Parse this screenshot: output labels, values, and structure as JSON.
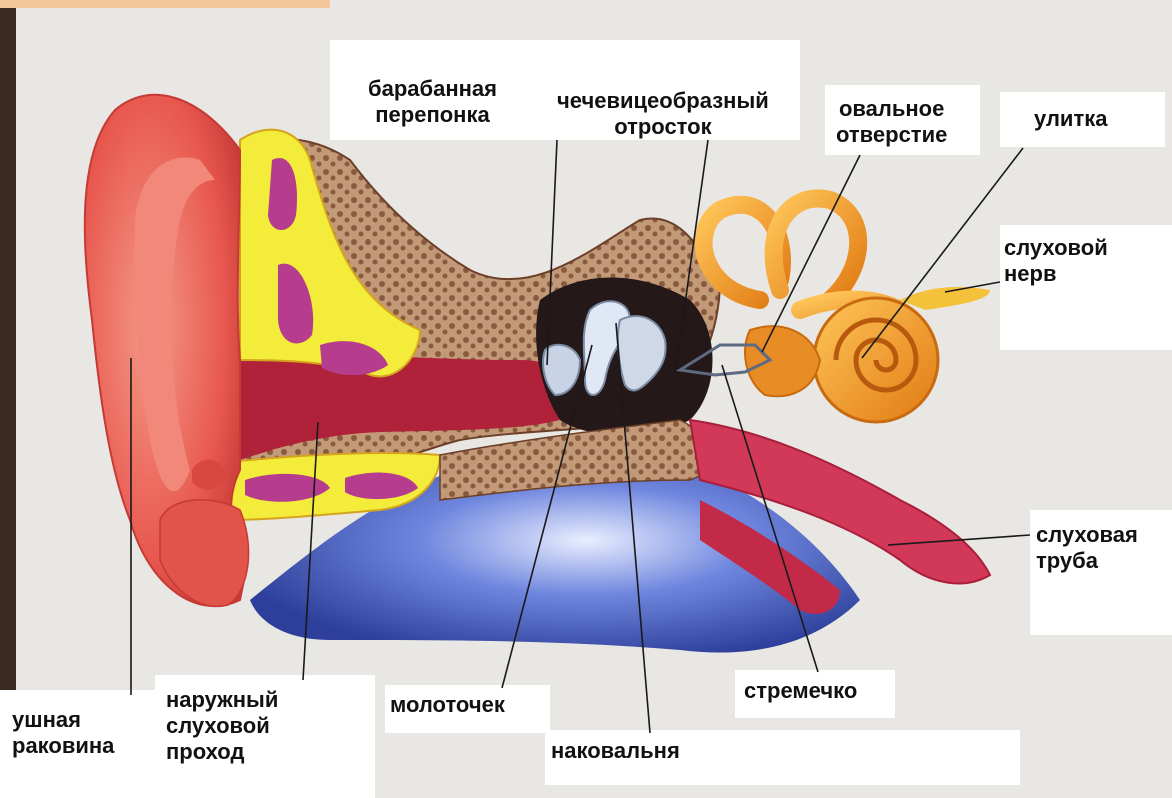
{
  "labels": {
    "tympanic_membrane": "барабанная\nперепонка",
    "lenticular_process": "чечевицеобразный\nотросток",
    "oval_window": "овальное\nотверстие",
    "cochlea": "улитка",
    "auditory_nerve": "слуховой\nнерв",
    "eustachian_tube": "слуховая\nтруба",
    "stapes": "стремечко",
    "malleus": "молоточек",
    "incus": "наковальня",
    "auricle": "ушная\nраковина",
    "ear_canal": "наружный\nслуховой\nпроход"
  },
  "colors": {
    "skin": "#e8584f",
    "skin_dark": "#c63a36",
    "cartilage_yellow": "#f3ec3a",
    "marrow_purple": "#b63c8e",
    "bone": "#b88b6a",
    "canal_red": "#b0213a",
    "blue_tissue": "#4a63c8",
    "cochlea_orange": "#f0941e"
  }
}
